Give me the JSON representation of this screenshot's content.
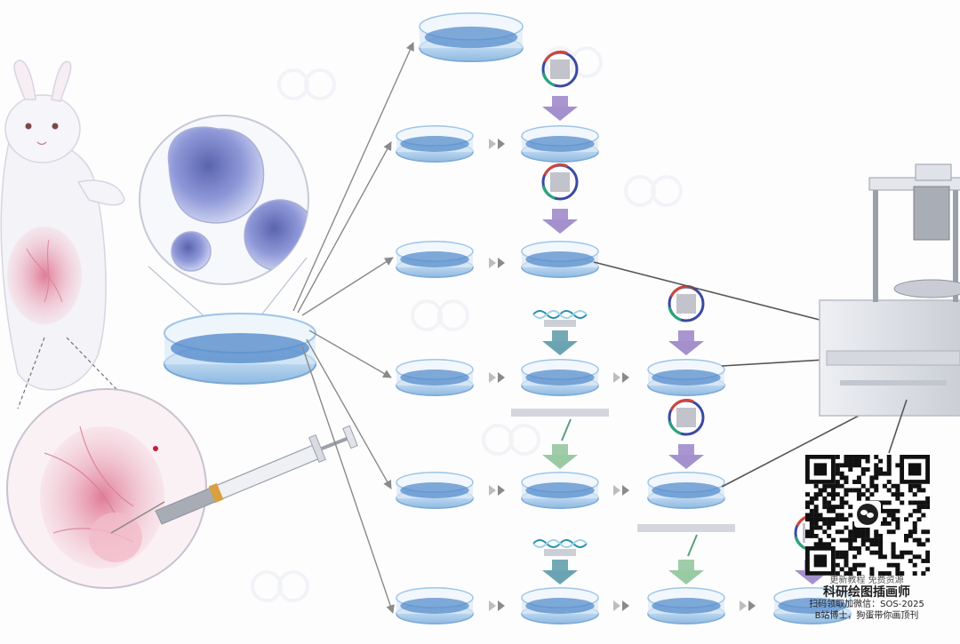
{
  "watermark": {
    "caption_line1": "更新教程 免费资源",
    "caption_line2": "科研绘图插画师",
    "caption_line3": "扫码领取加微信：SOS-2025",
    "caption_line4": "B站博士，狗蛋带你画顶刊",
    "wechat_icon": "wechat-icon"
  },
  "colors": {
    "dish_liquid": "#4d86c9",
    "dish_rim": "#bcd8ef",
    "arrow_grey": "#8a8a8a",
    "down_arrow_purple": "#9a84c8",
    "down_arrow_teal": "#5a9aaa",
    "down_arrow_green": "#8fc49a",
    "cell_blue": "#6c78c4",
    "tissue_pink": "#e8a6b8"
  }
}
